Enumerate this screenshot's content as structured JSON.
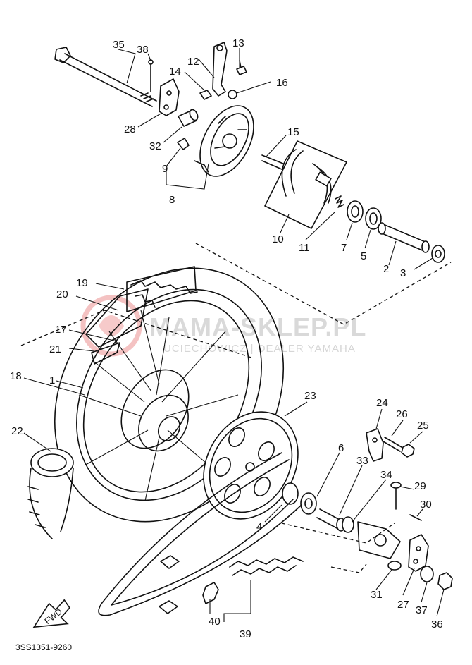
{
  "diagram": {
    "part_code": "3SS1351-9260",
    "direction_label": "FWD",
    "watermark": {
      "main": "MAMA-SKLEP.PL",
      "sub": "UCIECHOWICZ | DEALER YAMAHA",
      "accent_color": "#e05050"
    },
    "callouts": {
      "c1": "1",
      "c2": "2",
      "c3": "3",
      "c4": "4",
      "c5": "5",
      "c6": "6",
      "c7": "7",
      "c8": "8",
      "c9": "9",
      "c10": "10",
      "c11": "11",
      "c12": "12",
      "c13": "13",
      "c14": "14",
      "c15": "15",
      "c16": "16",
      "c17": "17",
      "c18": "18",
      "c19": "19",
      "c20": "20",
      "c21": "21",
      "c22": "22",
      "c23": "23",
      "c24": "24",
      "c25": "25",
      "c26": "26",
      "c27": "27",
      "c28": "28",
      "c29": "29",
      "c30": "30",
      "c31": "31",
      "c32": "32",
      "c33": "33",
      "c34": "34",
      "c35": "35",
      "c36": "36",
      "c37": "37",
      "c38": "38",
      "c39": "39",
      "c40": "40"
    }
  }
}
